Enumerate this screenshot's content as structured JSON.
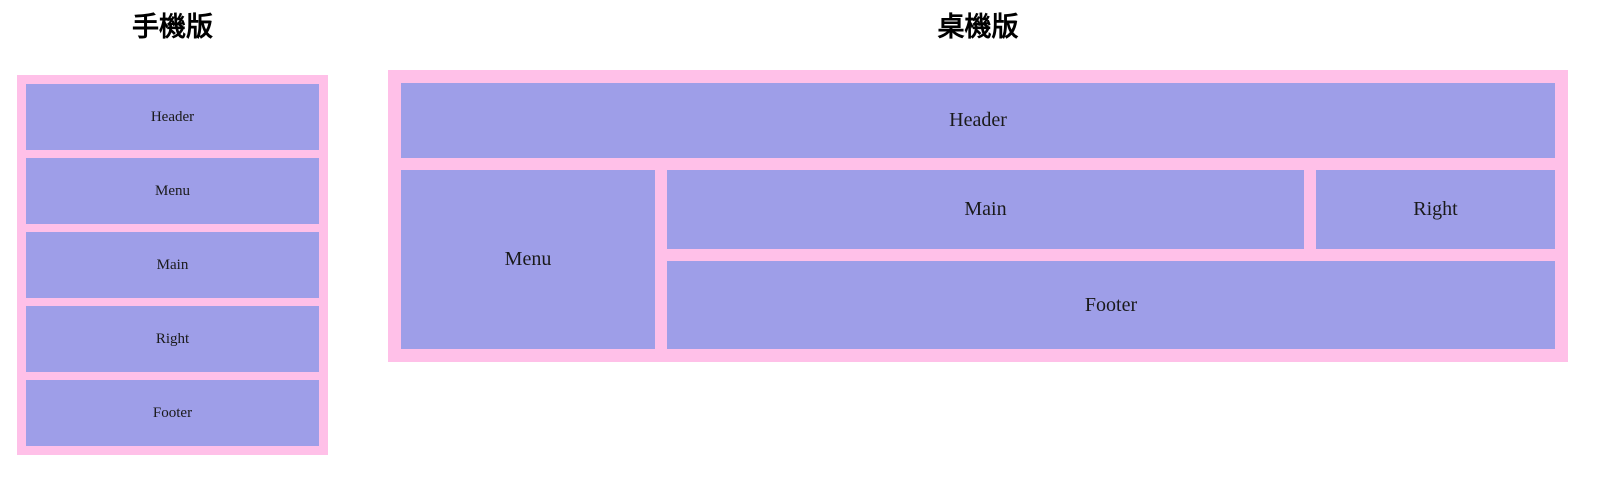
{
  "page": {
    "background_color": "#ffffff",
    "title_color": "#000000"
  },
  "palette": {
    "frame_pink": "#ffc0e8",
    "cell_purple": "#9e9ee8",
    "label_text": "#1a1a1a"
  },
  "sections": [
    {
      "key": "mobile",
      "title": "手機版",
      "layout": "stacked",
      "blocks": [
        {
          "key": "header",
          "label": "Header"
        },
        {
          "key": "menu",
          "label": "Menu"
        },
        {
          "key": "main",
          "label": "Main"
        },
        {
          "key": "right",
          "label": "Right"
        },
        {
          "key": "footer",
          "label": "Footer"
        }
      ]
    },
    {
      "key": "desktop",
      "title": "桌機版",
      "layout": "grid",
      "blocks": [
        {
          "key": "header",
          "label": "Header"
        },
        {
          "key": "menu",
          "label": "Menu"
        },
        {
          "key": "main",
          "label": "Main"
        },
        {
          "key": "right",
          "label": "Right"
        },
        {
          "key": "footer",
          "label": "Footer"
        }
      ]
    }
  ]
}
